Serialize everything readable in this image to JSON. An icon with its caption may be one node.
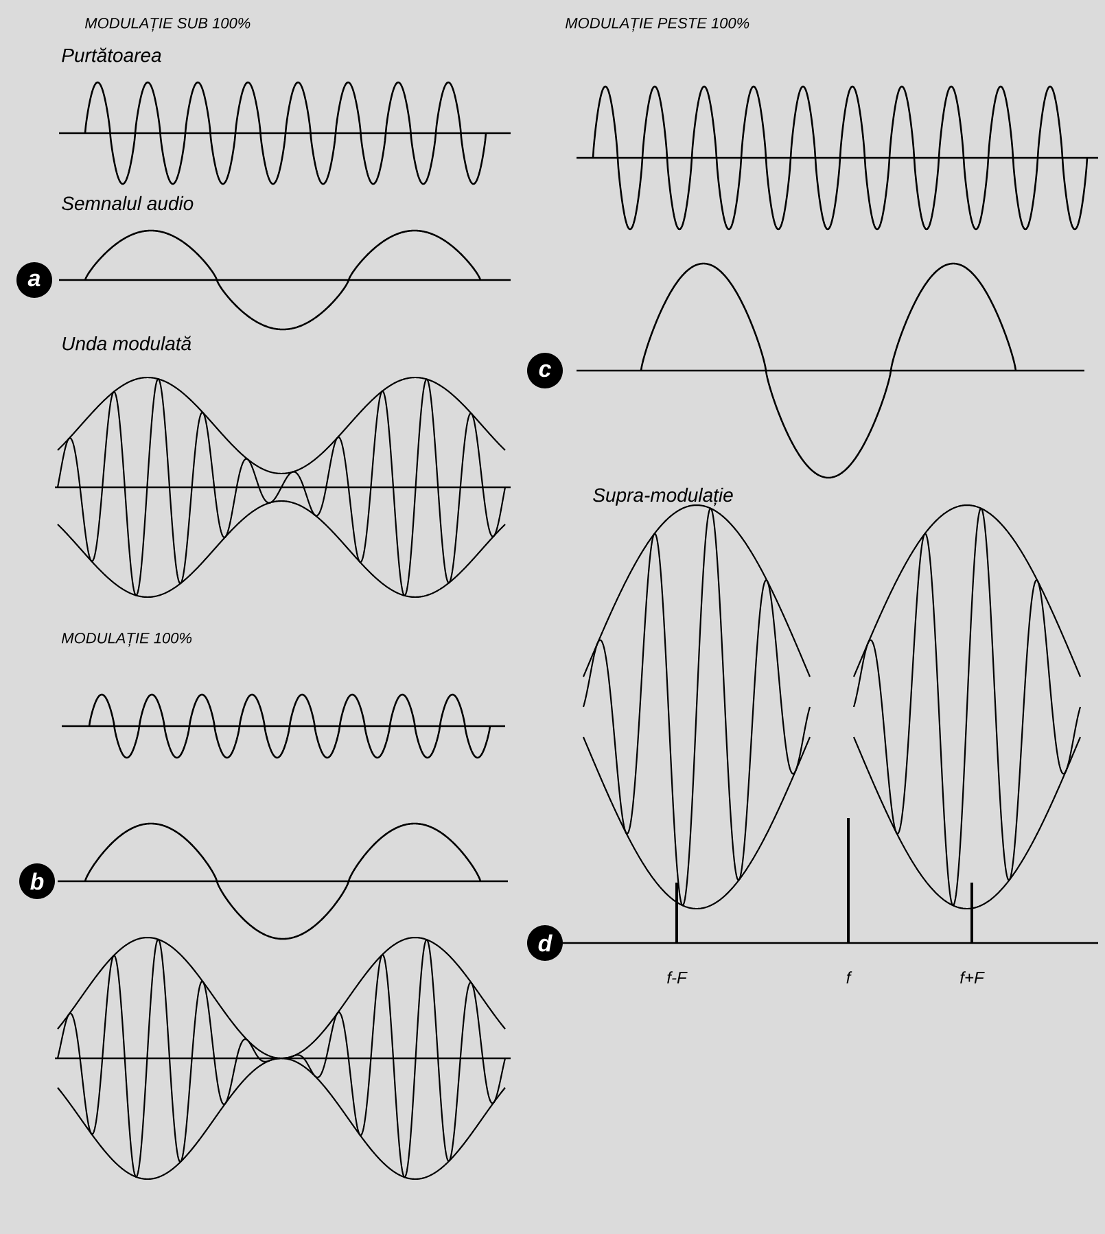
{
  "diagram": {
    "labels": [
      "MODULAȚIE SUB 100%",
      "Purtătoarea",
      "Semnalul audio",
      "a",
      "Unda modulată",
      "MODULAȚIE 100%",
      "b",
      "MODULAȚIE PESTE 100%",
      "c",
      "Supra-modulație",
      "d",
      "f-F",
      "f",
      "f+F"
    ]
  }
}
